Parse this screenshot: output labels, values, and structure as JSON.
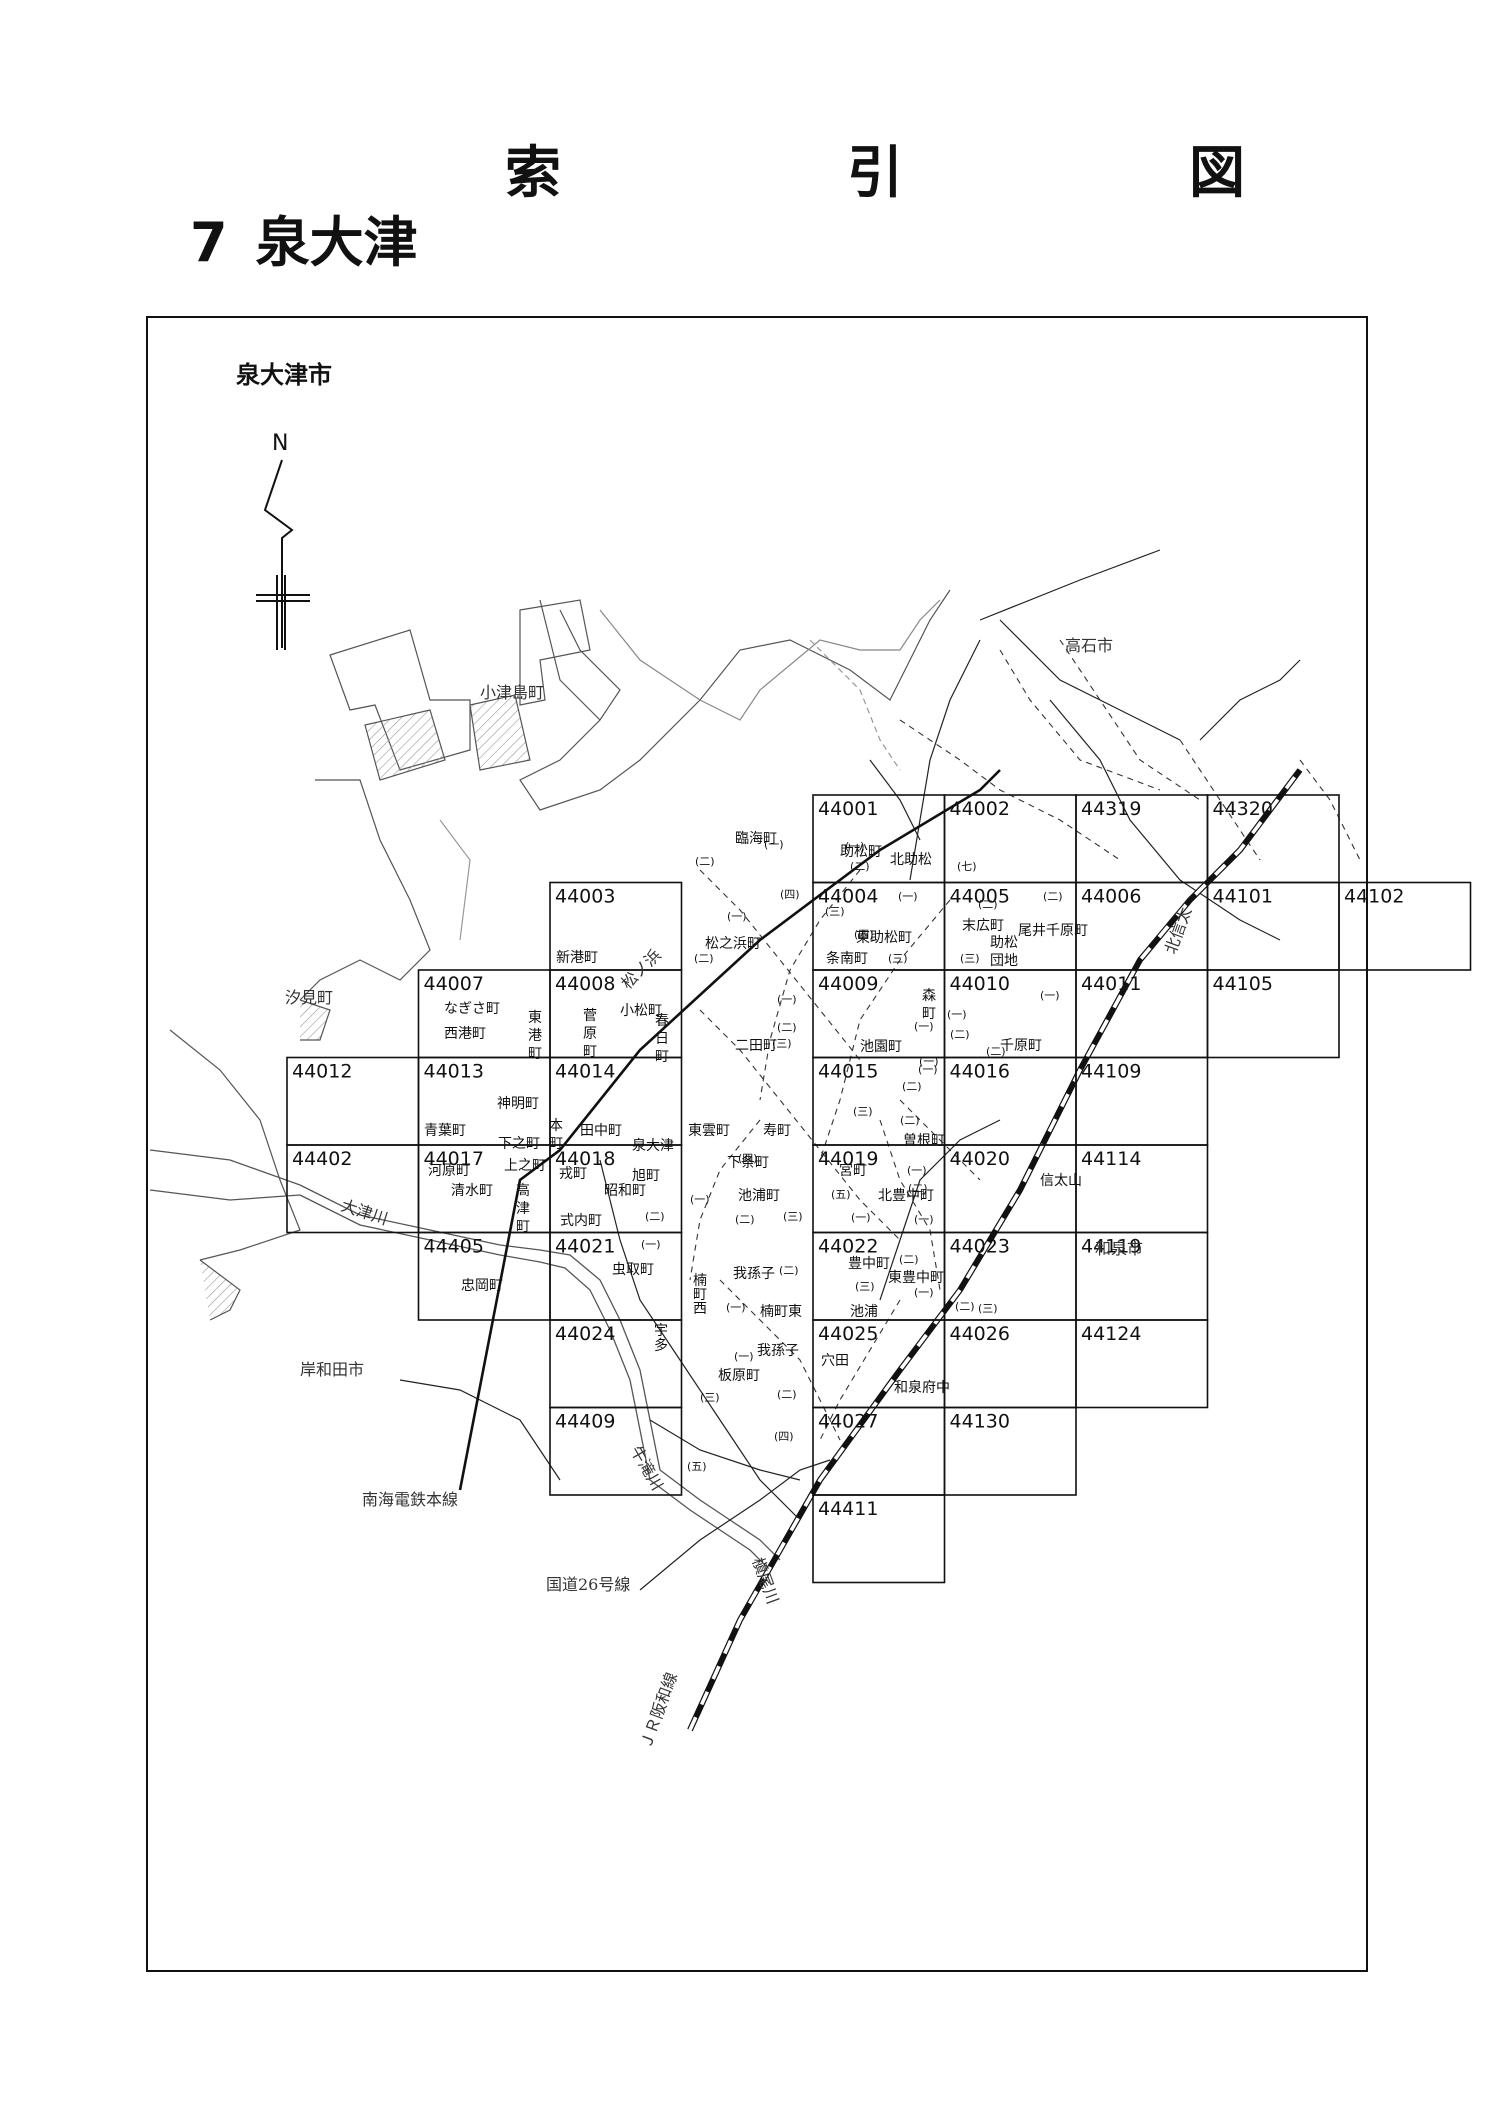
{
  "title": "索　引　図",
  "heading": {
    "number": "7",
    "name": "泉大津"
  },
  "city": "泉大津市",
  "compass": {
    "label": "N"
  },
  "sheets": [
    {
      "id": "44001",
      "col": 7,
      "row": 0
    },
    {
      "id": "44002",
      "col": 8,
      "row": 0
    },
    {
      "id": "44319",
      "col": 9,
      "row": 0
    },
    {
      "id": "44320",
      "col": 10,
      "row": 0
    },
    {
      "id": "44003",
      "col": 5,
      "row": 1
    },
    {
      "id": "44004",
      "col": 7,
      "row": 1
    },
    {
      "id": "44005",
      "col": 8,
      "row": 1
    },
    {
      "id": "44006",
      "col": 9,
      "row": 1
    },
    {
      "id": "44101",
      "col": 10,
      "row": 1
    },
    {
      "id": "44102",
      "col": 11,
      "row": 1
    },
    {
      "id": "44007",
      "col": 4,
      "row": 2
    },
    {
      "id": "44008",
      "col": 5,
      "row": 2
    },
    {
      "id": "44009",
      "col": 7,
      "row": 2
    },
    {
      "id": "44010",
      "col": 8,
      "row": 2
    },
    {
      "id": "44011",
      "col": 9,
      "row": 2
    },
    {
      "id": "44105",
      "col": 10,
      "row": 2
    },
    {
      "id": "44012",
      "col": 3,
      "row": 3
    },
    {
      "id": "44013",
      "col": 4,
      "row": 3
    },
    {
      "id": "44014",
      "col": 5,
      "row": 3
    },
    {
      "id": "44015",
      "col": 7,
      "row": 3
    },
    {
      "id": "44016",
      "col": 8,
      "row": 3
    },
    {
      "id": "44109",
      "col": 9,
      "row": 3
    },
    {
      "id": "44402",
      "col": 3,
      "row": 4
    },
    {
      "id": "44017",
      "col": 4,
      "row": 4
    },
    {
      "id": "44018",
      "col": 5,
      "row": 4
    },
    {
      "id": "44019",
      "col": 7,
      "row": 4
    },
    {
      "id": "44020",
      "col": 8,
      "row": 4
    },
    {
      "id": "44114",
      "col": 9,
      "row": 4
    },
    {
      "id": "44405",
      "col": 4,
      "row": 5
    },
    {
      "id": "44021",
      "col": 5,
      "row": 5
    },
    {
      "id": "44022",
      "col": 7,
      "row": 5
    },
    {
      "id": "44023",
      "col": 8,
      "row": 5
    },
    {
      "id": "44119",
      "col": 9,
      "row": 5
    },
    {
      "id": "44024",
      "col": 5,
      "row": 6
    },
    {
      "id": "44025",
      "col": 7,
      "row": 6
    },
    {
      "id": "44026",
      "col": 8,
      "row": 6
    },
    {
      "id": "44124",
      "col": 9,
      "row": 6
    },
    {
      "id": "44409",
      "col": 5,
      "row": 7
    },
    {
      "id": "44027",
      "col": 7,
      "row": 7
    },
    {
      "id": "44130",
      "col": 8,
      "row": 7
    },
    {
      "id": "44411",
      "col": 7,
      "row": 8
    }
  ],
  "neighborhoods": [
    {
      "t": "臨海町"
    },
    {
      "t": "助松町"
    },
    {
      "t": "北助松"
    },
    {
      "t": "新港町"
    },
    {
      "t": "松之浜町"
    },
    {
      "t": "東助松町"
    },
    {
      "t": "条南町"
    },
    {
      "t": "末広町"
    },
    {
      "t": "助松"
    },
    {
      "t": "団地"
    },
    {
      "t": "尾井千原町"
    },
    {
      "t": "なぎさ町"
    },
    {
      "t": "西港町"
    },
    {
      "t": "東"
    },
    {
      "t": "港"
    },
    {
      "t": "町"
    },
    {
      "t": "小松町"
    },
    {
      "t": "菅"
    },
    {
      "t": "原"
    },
    {
      "t": "町"
    },
    {
      "t": "春"
    },
    {
      "t": "日"
    },
    {
      "t": "町"
    },
    {
      "t": "二田町"
    },
    {
      "t": "池園町"
    },
    {
      "t": "森"
    },
    {
      "t": "町"
    },
    {
      "t": "千原町"
    },
    {
      "t": "神明町"
    },
    {
      "t": "青葉町"
    },
    {
      "t": "河原町"
    },
    {
      "t": "下之町"
    },
    {
      "t": "上之町"
    },
    {
      "t": "本"
    },
    {
      "t": "町"
    },
    {
      "t": "田中町"
    },
    {
      "t": "戎町"
    },
    {
      "t": "泉大津"
    },
    {
      "t": "旭町"
    },
    {
      "t": "東雲町"
    },
    {
      "t": "寿町"
    },
    {
      "t": "下条町"
    },
    {
      "t": "曽根町"
    },
    {
      "t": "宮町"
    },
    {
      "t": "清水町"
    },
    {
      "t": "高"
    },
    {
      "t": "津"
    },
    {
      "t": "町"
    },
    {
      "t": "昭和町"
    },
    {
      "t": "式内町"
    },
    {
      "t": "池浦町"
    },
    {
      "t": "北豊中町"
    },
    {
      "t": "忠岡町"
    },
    {
      "t": "虫取町"
    },
    {
      "t": "我孫子"
    },
    {
      "t": "楠"
    },
    {
      "t": "町"
    },
    {
      "t": "西"
    },
    {
      "t": "楠町東"
    },
    {
      "t": "豊中町"
    },
    {
      "t": "東豊中町"
    },
    {
      "t": "池浦"
    },
    {
      "t": "宇"
    },
    {
      "t": "多"
    },
    {
      "t": "我孫子"
    },
    {
      "t": "板原町"
    },
    {
      "t": "穴田"
    },
    {
      "t": "和泉府中"
    },
    {
      "t": "信太山"
    }
  ],
  "sub_markers": [
    {
      "t": "(一)"
    },
    {
      "t": "(二)"
    },
    {
      "t": "(一)"
    },
    {
      "t": "(二)"
    },
    {
      "t": "(七)"
    },
    {
      "t": "(二)"
    },
    {
      "t": "(三)"
    },
    {
      "t": "(四)"
    },
    {
      "t": "(一)"
    },
    {
      "t": "(二)"
    },
    {
      "t": "(一)"
    },
    {
      "t": "(三)"
    },
    {
      "t": "(四)"
    },
    {
      "t": "(二)"
    },
    {
      "t": "(三)"
    },
    {
      "t": "(一)"
    },
    {
      "t": "(一)"
    },
    {
      "t": "(二)"
    },
    {
      "t": "(一)"
    },
    {
      "t": "(二)"
    },
    {
      "t": "(三)"
    },
    {
      "t": "(一)"
    },
    {
      "t": "(二)"
    },
    {
      "t": "(一)"
    },
    {
      "t": "(二)"
    },
    {
      "t": "(三)"
    },
    {
      "t": "(二)"
    },
    {
      "t": "(一)"
    },
    {
      "t": "(四)"
    },
    {
      "t": "(一)"
    },
    {
      "t": "(二)"
    },
    {
      "t": "(三)"
    },
    {
      "t": "(五)"
    },
    {
      "t": "(一)"
    },
    {
      "t": "(一)"
    },
    {
      "t": "(二)"
    },
    {
      "t": "(一)"
    },
    {
      "t": "(二)"
    },
    {
      "t": "(一)"
    },
    {
      "t": "(二)"
    },
    {
      "t": "(一)"
    },
    {
      "t": "(三)"
    },
    {
      "t": "(二)"
    },
    {
      "t": "(一)"
    },
    {
      "t": "(二)"
    },
    {
      "t": "(三)"
    },
    {
      "t": "(一)"
    },
    {
      "t": "(三)"
    },
    {
      "t": "(二)"
    },
    {
      "t": "(四)"
    },
    {
      "t": "(五)"
    }
  ],
  "places": [
    {
      "t": "小津島町"
    },
    {
      "t": "高石市"
    },
    {
      "t": "汐見町"
    },
    {
      "t": "和泉市"
    },
    {
      "t": "岸和田市"
    },
    {
      "t": "大津川"
    },
    {
      "t": "牛滝川"
    },
    {
      "t": "槇尾川"
    },
    {
      "t": "北信太"
    },
    {
      "t": "南海電鉄本線"
    },
    {
      "t": "国道26号線"
    },
    {
      "t": "ＪＲ阪和線"
    },
    {
      "t": "松ノ浜"
    }
  ]
}
